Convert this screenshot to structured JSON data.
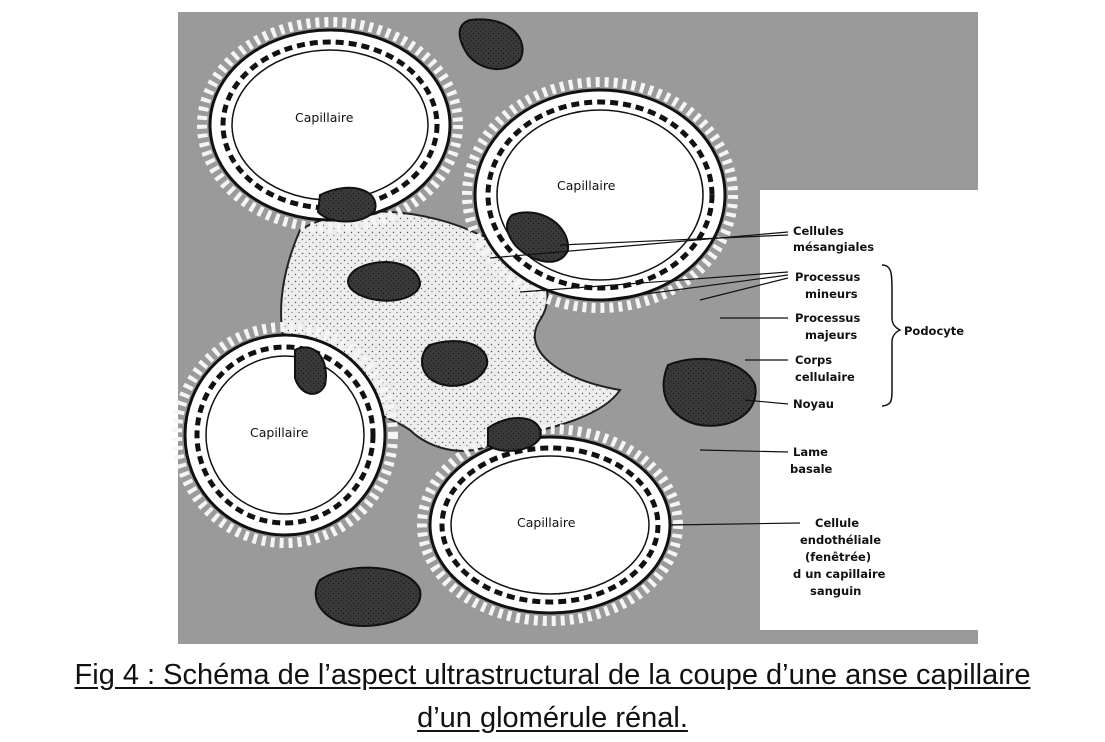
{
  "diagram": {
    "capillary_labels": [
      "Capillaire",
      "Capillaire",
      "Capillaire",
      "Capillaire"
    ],
    "callouts": {
      "cellules_mesangiales": [
        "Cellules",
        "mésangiales"
      ],
      "processus_mineurs": [
        "Processus",
        "mineurs"
      ],
      "processus_majeurs": [
        "Processus",
        "majeurs"
      ],
      "corps_cellulaire": [
        "Corps",
        "cellulaire"
      ],
      "noyau": [
        "Noyau"
      ],
      "lame_basale": [
        "Lame",
        "basale"
      ],
      "cellule_endotheliale": [
        "Cellule",
        "endothéliale",
        "(fenêtrée)",
        "d un capillaire",
        "sanguin"
      ]
    },
    "bracket_label": "Podocyte"
  },
  "caption": {
    "line1": "Fig 4 : Schéma de l’aspect ultrastructural de la coupe d’une anse capillaire",
    "line2": "d’un glomérule rénal."
  }
}
